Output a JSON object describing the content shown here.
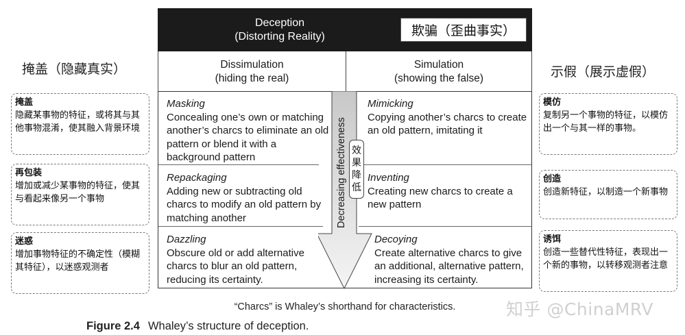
{
  "header": {
    "title_line1": "Deception",
    "title_line2": "(Distorting Reality)",
    "title_zh": "欺骗（歪曲事实）"
  },
  "columns": {
    "left": {
      "line1": "Dissimulation",
      "line2": "(hiding the real)",
      "zh": "掩盖（隐藏真实）"
    },
    "right": {
      "line1": "Simulation",
      "line2": "(showing the false)",
      "zh": "示假（展示虚假）"
    }
  },
  "left_cells": [
    {
      "title": "Masking",
      "text": "Concealing one’s own or matching another’s charcs to eliminate an old pattern or blend it with a background pattern"
    },
    {
      "title": "Repackaging",
      "text": "Adding new or subtracting old charcs to modify an old pattern by matching another"
    },
    {
      "title": "Dazzling",
      "text": "Obscure old or add alternative charcs to blur an old pattern, reducing its certainty."
    }
  ],
  "right_cells": [
    {
      "title": "Mimicking",
      "text": "Copying another’s charcs to create an old pattern, imitating it"
    },
    {
      "title": "Inventing",
      "text": "Creating new charcs to create a new pattern"
    },
    {
      "title": "Decoying",
      "text": "Create alternative charcs to give an additional, alternative pattern, increasing its certainty."
    }
  ],
  "arrow": {
    "label": "Decreasing effectiveness",
    "zh": [
      "效",
      "果",
      "降",
      "低"
    ]
  },
  "left_notes": [
    {
      "title": "掩盖",
      "text": "隐藏某事物的特征，或将其与其他事物混淆，使其融入背景环境"
    },
    {
      "title": "再包装",
      "text": "增加或减少某事物的特征，使其与看起来像另一个事物"
    },
    {
      "title": "迷惑",
      "text": "增加事物特征的不确定性（模糊其特征），以迷惑观测者"
    }
  ],
  "right_notes": [
    {
      "title": "模仿",
      "text": "复制另一个事物的特征，以模仿出一个与其一样的事物。"
    },
    {
      "title": "创造",
      "text": "创造新特征，以制造一个新事物"
    },
    {
      "title": "诱饵",
      "text": "创造一些替代性特征，表现出一个新的事物，以转移观测者注意"
    }
  ],
  "footnote": "“Charcs” is Whaley’s shorthand for characteristics.",
  "caption": {
    "number": "Figure 2.4",
    "text": "Whaley’s structure of deception."
  },
  "watermark": "知乎 @ChinaMRV"
}
